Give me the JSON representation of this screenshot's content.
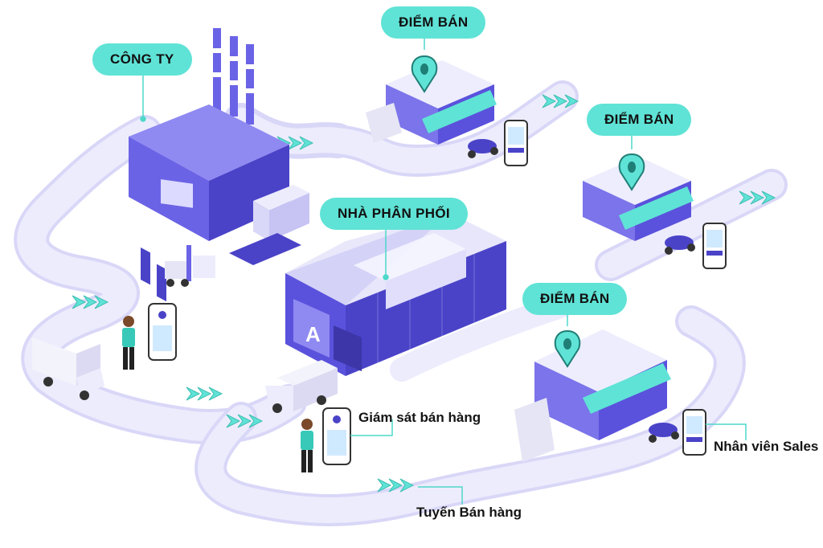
{
  "labels": {
    "company": "CÔNG TY",
    "distributor": "NHÀ PHÂN PHỐI",
    "store_top": "ĐIỂM BÁN",
    "store_right": "ĐIỂM BÁN",
    "store_bottom": "ĐIỂM BÁN",
    "sales_supervision": "Giám sát bán hàng",
    "sales_staff": "Nhân viên Sales",
    "sales_route": "Tuyến Bán hàng"
  },
  "colors": {
    "road": "#e9e8fb",
    "road_edge": "#d7d5f6",
    "building": "#6b63e6",
    "building_dark": "#4a43c8",
    "building_light": "#c9c6f7",
    "accent": "#5fe3d6",
    "leader": "#4fd8ca"
  }
}
